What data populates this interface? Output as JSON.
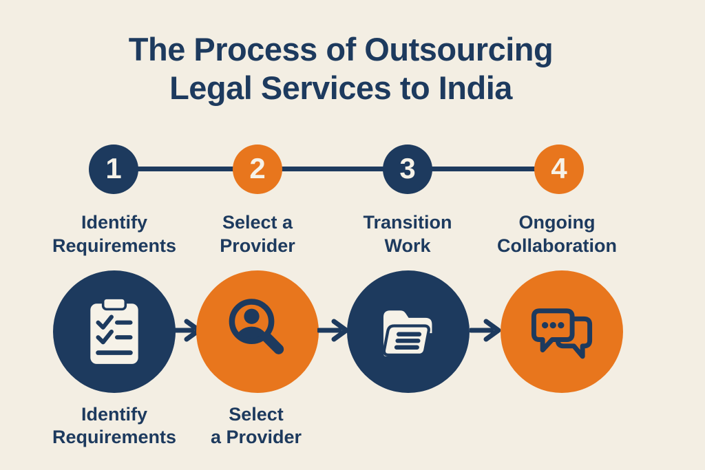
{
  "title": "The Process of Outsourcing\nLegal Services to India",
  "colors": {
    "cream": "#f3eee3",
    "navy": "#1d3a5e",
    "orange": "#e8761d",
    "paper": "#f6f2e8"
  },
  "steps": [
    {
      "number": "1",
      "label": "Identify\nRequirements",
      "circle_color": "navy"
    },
    {
      "number": "2",
      "label": "Select a\nProvider",
      "circle_color": "orange"
    },
    {
      "number": "3",
      "label": "Transition\nWork",
      "circle_color": "navy"
    },
    {
      "number": "4",
      "label": "Ongoing\nCollaboration",
      "circle_color": "orange"
    }
  ],
  "stages": [
    {
      "icon": "clipboard-checklist-icon",
      "caption": "Identify\nRequirements",
      "circle_color": "navy"
    },
    {
      "icon": "magnifier-person-icon",
      "caption": "Select\na Provider",
      "circle_color": "orange"
    },
    {
      "icon": "open-folder-document-icon",
      "caption": "",
      "circle_color": "navy"
    },
    {
      "icon": "chat-bubbles-icon",
      "caption": "",
      "circle_color": "orange"
    }
  ]
}
